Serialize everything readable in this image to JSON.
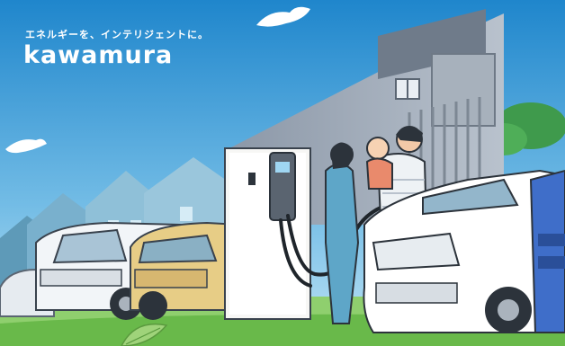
{
  "brand": {
    "tagline": "エネルギーを、インテリジェントに。",
    "logo_text": "kawamura"
  },
  "colors": {
    "sky_top": "#1f86cc",
    "sky_bottom": "#bfe3f5",
    "brand_text": "#ffffff",
    "grass": "#69b94a"
  },
  "icons": {
    "charger": "ev-charging-station",
    "leaf": "leaf-icon"
  }
}
